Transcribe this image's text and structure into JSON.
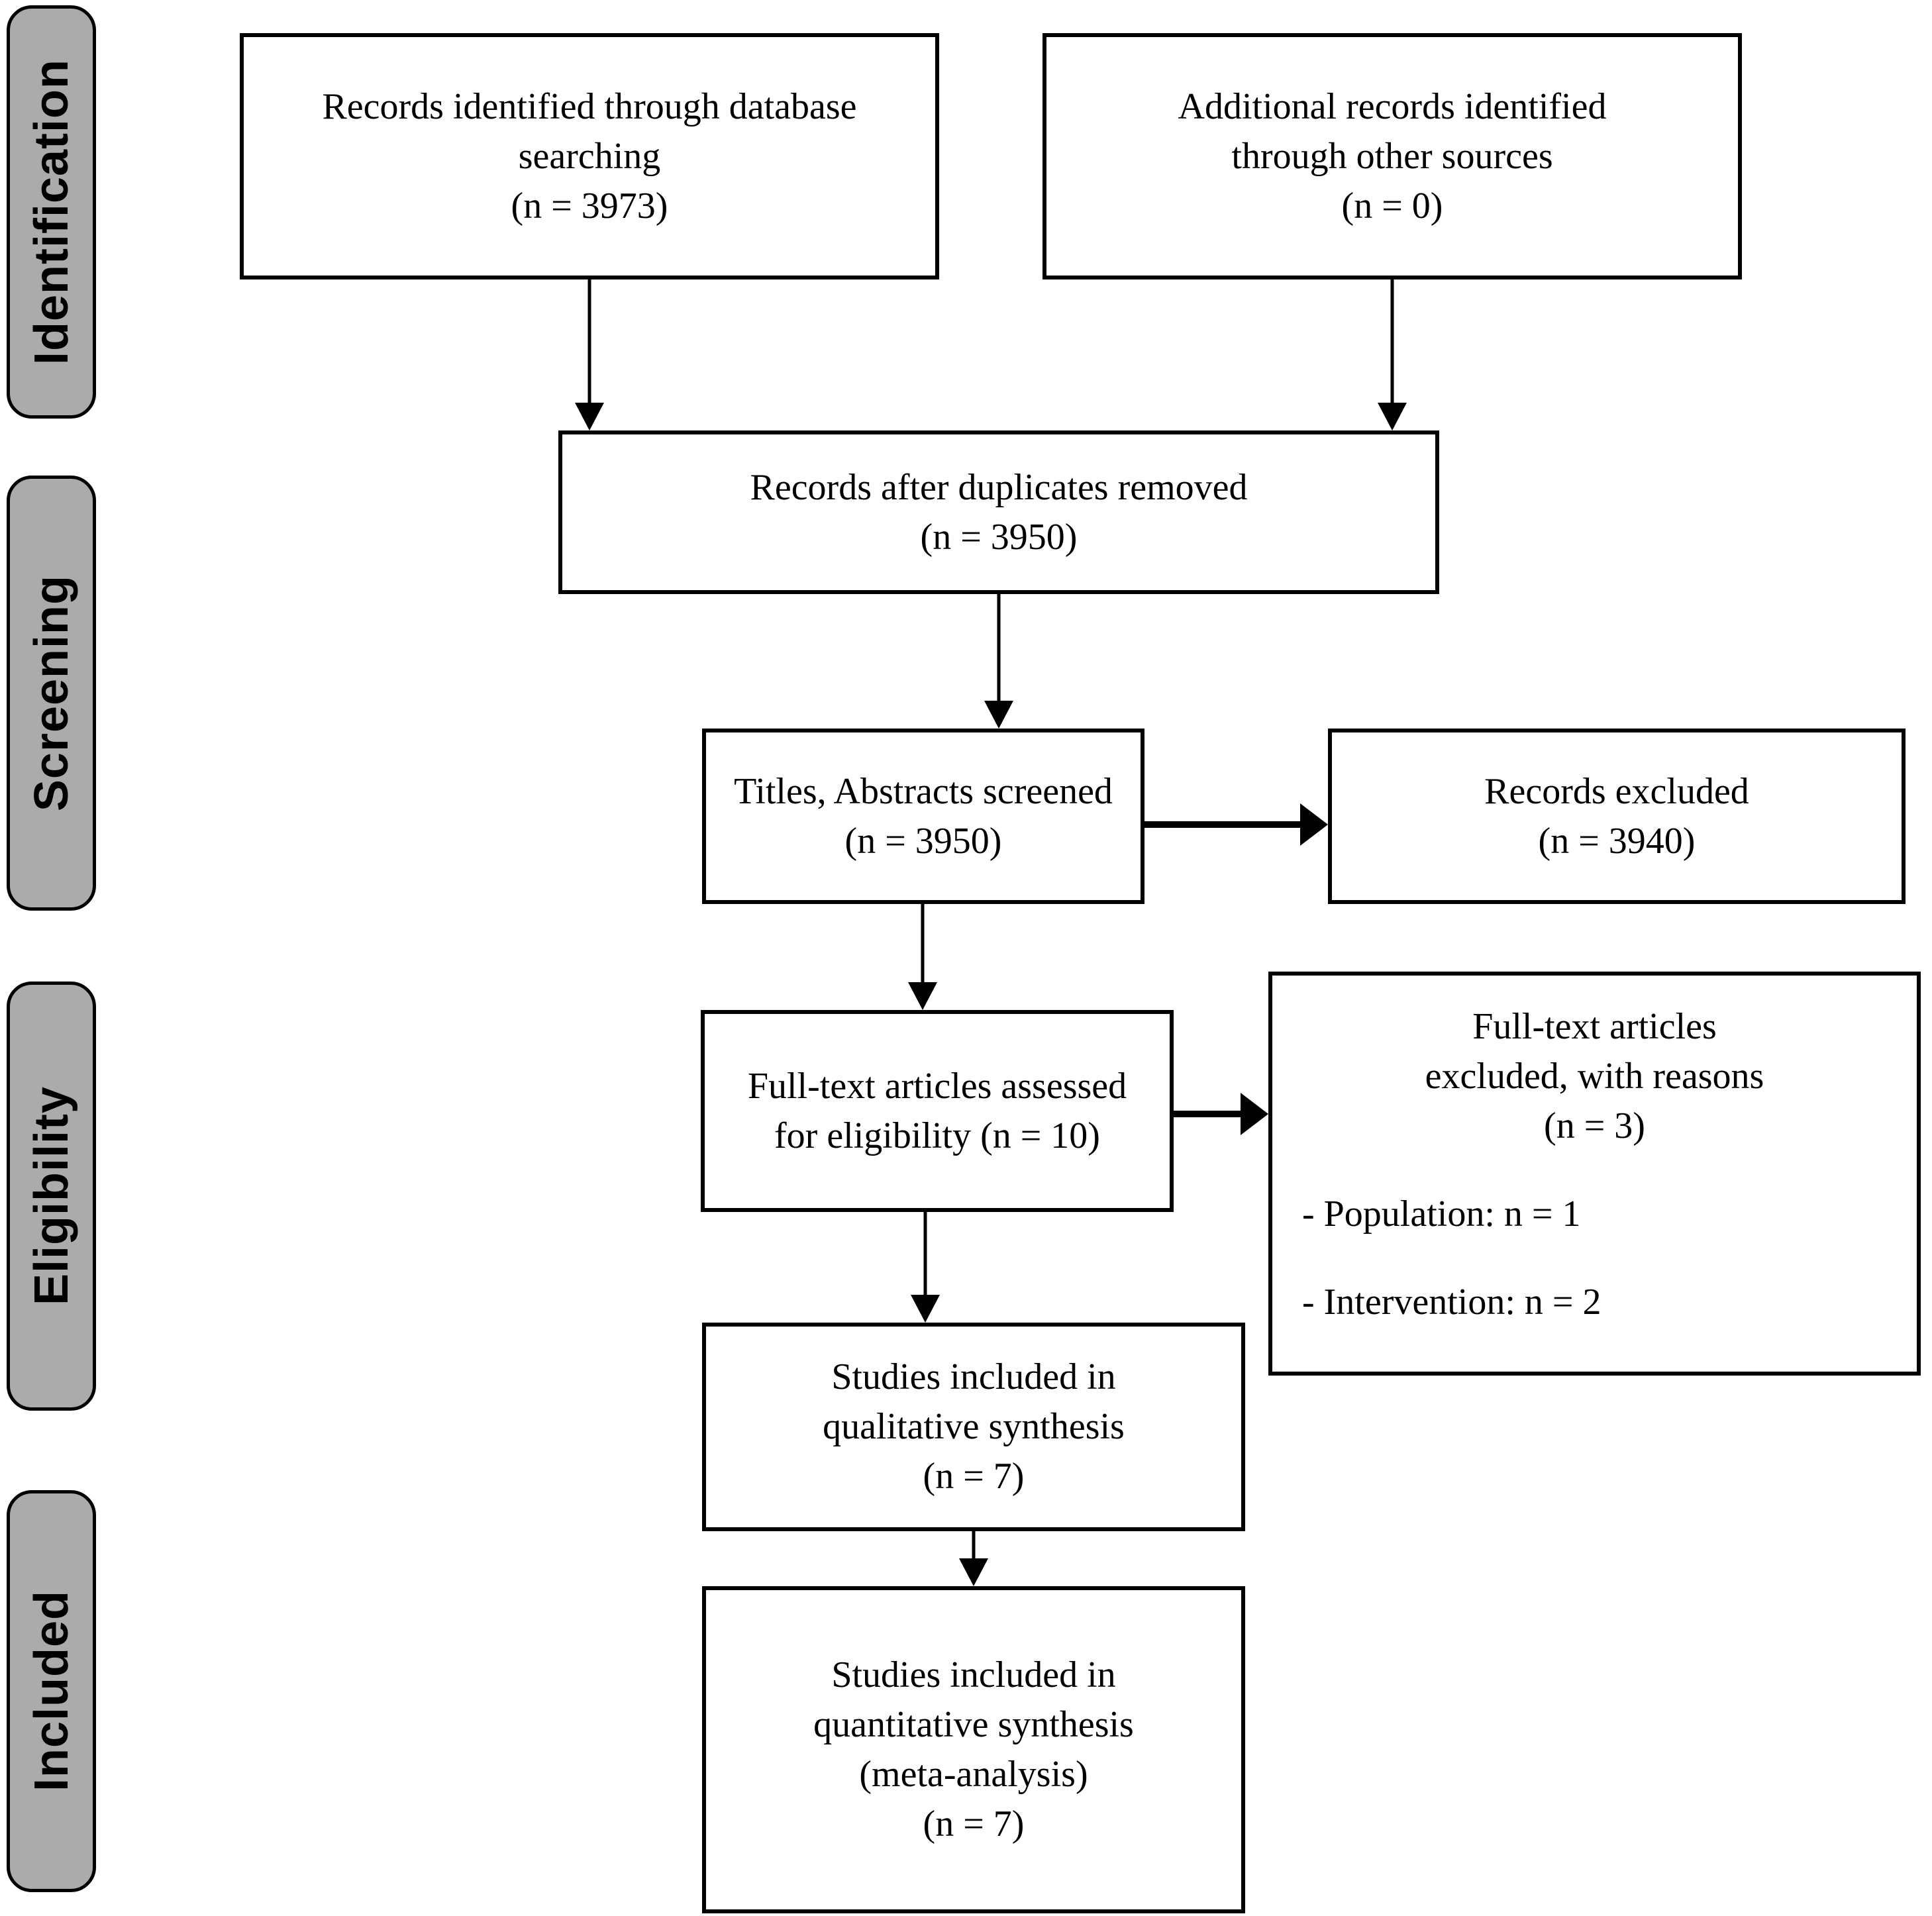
{
  "colors": {
    "line": "#000000",
    "sidebar_fill": "#ababab",
    "box_fill": "#ffffff"
  },
  "stages": [
    {
      "id": "identification",
      "label": "Identification"
    },
    {
      "id": "screening",
      "label": "Screening"
    },
    {
      "id": "eligibility",
      "label": "Eligibility"
    },
    {
      "id": "included",
      "label": "Included"
    }
  ],
  "boxes": {
    "records_identified": {
      "lines": [
        "Records identified through database",
        "searching",
        "(n = 3973)"
      ]
    },
    "additional_records": {
      "lines": [
        "Additional records identified",
        "through other sources",
        "(n = 0)"
      ]
    },
    "duplicates_removed": {
      "lines": [
        "Records after duplicates removed",
        "(n = 3950)"
      ]
    },
    "titles_abstracts_screened": {
      "lines": [
        "Titles, Abstracts screened",
        "(n = 3950)"
      ]
    },
    "records_excluded": {
      "lines": [
        "Records excluded",
        "(n = 3940)"
      ]
    },
    "fulltext_assessed": {
      "lines": [
        "Full-text articles assessed",
        "for eligibility (n = 10)"
      ]
    },
    "fulltext_excluded": {
      "lines": [
        "Full-text articles",
        "excluded, with reasons",
        "(n = 3)"
      ],
      "reasons": [
        "- Population: n = 1",
        "- Intervention: n = 2"
      ]
    },
    "qualitative_synthesis": {
      "lines": [
        "Studies included in",
        "qualitative synthesis",
        "(n = 7)"
      ]
    },
    "quantitative_synthesis": {
      "lines": [
        "Studies included in",
        "quantitative synthesis",
        "(meta-analysis)",
        "(n = 7)"
      ]
    }
  }
}
